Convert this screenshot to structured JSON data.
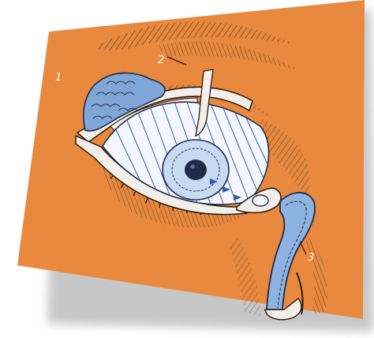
{
  "diagram": {
    "labels": [
      {
        "id": "label-1",
        "text": "1"
      },
      {
        "id": "label-2",
        "text": "2"
      },
      {
        "id": "label-3",
        "text": "3"
      }
    ],
    "colors": {
      "background": "#e98a3f",
      "gland_blue": "#7fa6d6",
      "duct_blue": "#8fb3e0",
      "line": "#2a1a10",
      "sclera": "#f4f7ff",
      "iris": "#c8d9f2",
      "pupil": "#1f2b47",
      "shadow": "#bfbfbf"
    },
    "icons": [
      "lacrimal-gland-icon",
      "eyeball-icon",
      "nasolacrimal-duct-icon",
      "arrow-icon"
    ]
  }
}
